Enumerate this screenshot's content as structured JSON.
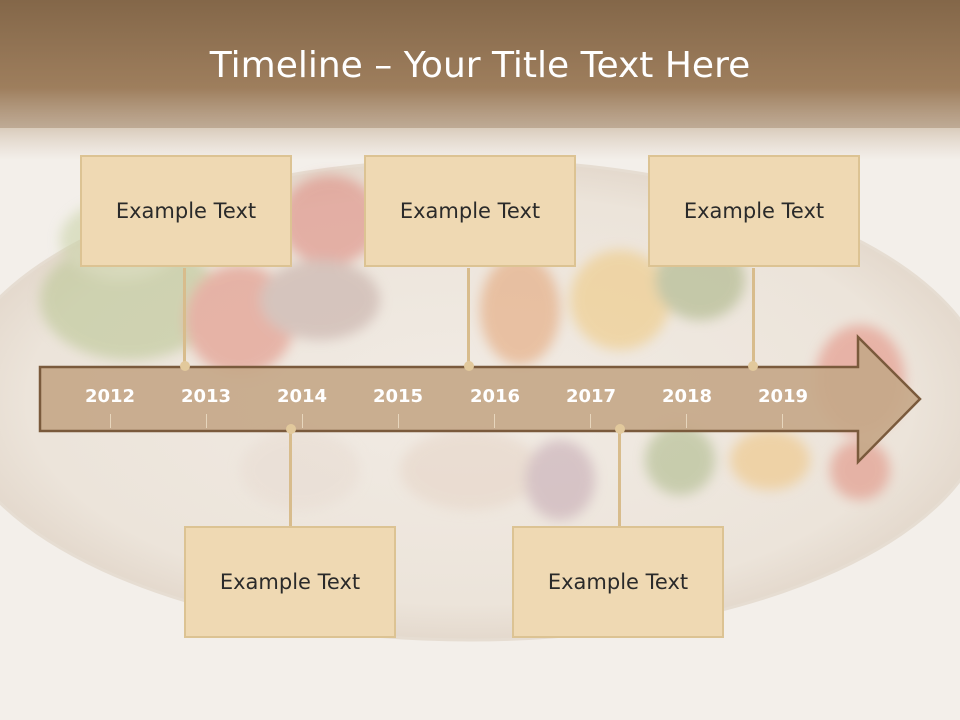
{
  "title": "Timeline – Your Title Text Here",
  "years": [
    "2012",
    "2013",
    "2014",
    "2015",
    "2016",
    "2017",
    "2018",
    "2019"
  ],
  "cards": [
    {
      "text": "Example Text",
      "position": "above"
    },
    {
      "text": "Example Text",
      "position": "above"
    },
    {
      "text": "Example Text",
      "position": "above"
    },
    {
      "text": "Example Text",
      "position": "below"
    },
    {
      "text": "Example Text",
      "position": "below"
    }
  ],
  "colors": {
    "header": "#8a6c4c",
    "arrow_fill": "#c6a889",
    "arrow_border": "#7a5a3c",
    "card_fill": "#efd9b3",
    "card_border": "#dcc393",
    "connector": "#d8bc8c"
  }
}
